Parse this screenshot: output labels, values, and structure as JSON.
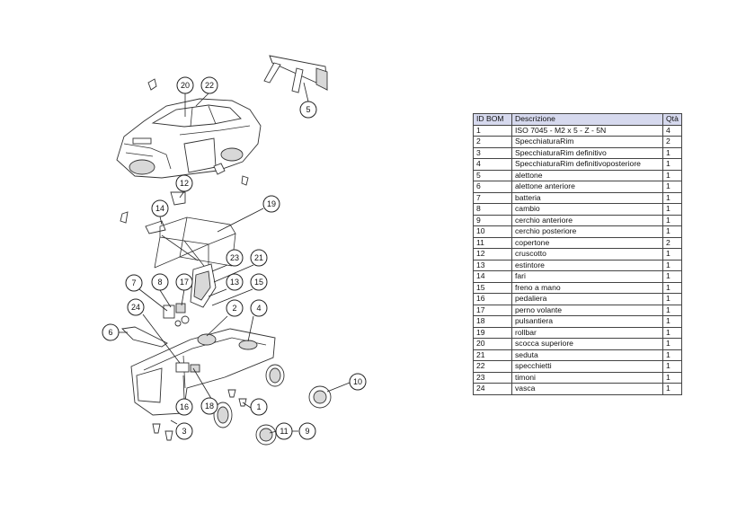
{
  "bom": {
    "headers": {
      "id": "ID BOM",
      "desc": "Descrizione",
      "qty": "Qtà"
    },
    "rows": [
      {
        "id": "1",
        "desc": "ISO 7045 - M2 x 5 - Z - 5N",
        "qty": "4"
      },
      {
        "id": "2",
        "desc": "SpecchiaturaRim",
        "qty": "2"
      },
      {
        "id": "3",
        "desc": "SpecchiaturaRim definitivo",
        "qty": "1"
      },
      {
        "id": "4",
        "desc": "SpecchiaturaRim definitivoposteriore",
        "qty": "1"
      },
      {
        "id": "5",
        "desc": "alettone",
        "qty": "1"
      },
      {
        "id": "6",
        "desc": "alettone anteriore",
        "qty": "1"
      },
      {
        "id": "7",
        "desc": "batteria",
        "qty": "1"
      },
      {
        "id": "8",
        "desc": "cambio",
        "qty": "1"
      },
      {
        "id": "9",
        "desc": "cerchio anteriore",
        "qty": "1"
      },
      {
        "id": "10",
        "desc": "cerchio posteriore",
        "qty": "1"
      },
      {
        "id": "11",
        "desc": "copertone",
        "qty": "2"
      },
      {
        "id": "12",
        "desc": "cruscotto",
        "qty": "1"
      },
      {
        "id": "13",
        "desc": "estintore",
        "qty": "1"
      },
      {
        "id": "14",
        "desc": "fari",
        "qty": "1"
      },
      {
        "id": "15",
        "desc": "freno a mano",
        "qty": "1"
      },
      {
        "id": "16",
        "desc": "pedaliera",
        "qty": "1"
      },
      {
        "id": "17",
        "desc": "perno volante",
        "qty": "1"
      },
      {
        "id": "18",
        "desc": "pulsantiera",
        "qty": "1"
      },
      {
        "id": "19",
        "desc": "rollbar",
        "qty": "1"
      },
      {
        "id": "20",
        "desc": "scocca superiore",
        "qty": "1"
      },
      {
        "id": "21",
        "desc": "seduta",
        "qty": "1"
      },
      {
        "id": "22",
        "desc": "specchietti",
        "qty": "1"
      },
      {
        "id": "23",
        "desc": "timoni",
        "qty": "1"
      },
      {
        "id": "24",
        "desc": "vasca",
        "qty": "1"
      }
    ]
  },
  "balloons": [
    "20",
    "22",
    "5",
    "12",
    "14",
    "19",
    "23",
    "21",
    "7",
    "8",
    "17",
    "13",
    "15",
    "2",
    "4",
    "24",
    "6",
    "16",
    "18",
    "1",
    "3",
    "11",
    "9",
    "10"
  ],
  "colors": {
    "header_bg": "#d6d9ee",
    "line": "#333333"
  }
}
